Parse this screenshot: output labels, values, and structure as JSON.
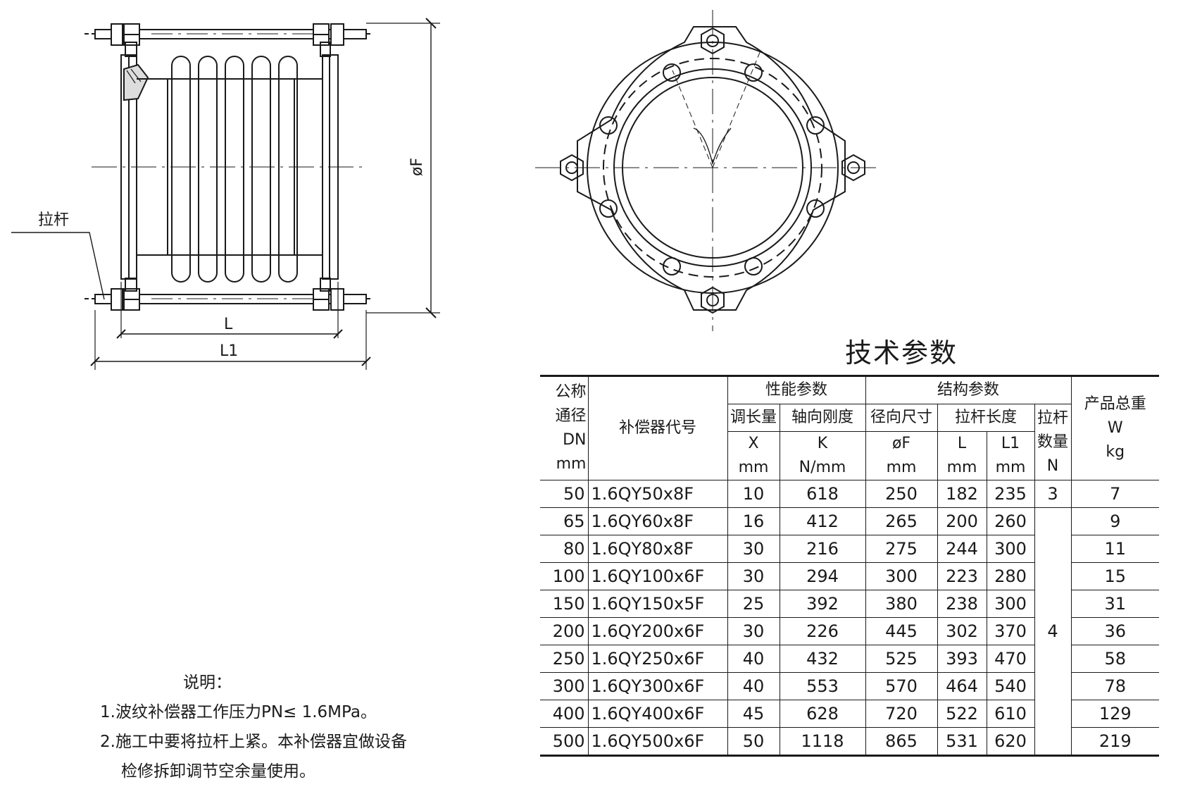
{
  "drawing": {
    "tie_rod_label": "拉杆",
    "dim_L": "L",
    "dim_L1": "L1",
    "dim_F": "øF"
  },
  "table": {
    "title": "技术参数",
    "headers": {
      "nominal_l1": "公称",
      "nominal_l2": "通径",
      "nominal_l3": "DN",
      "nominal_l4": "mm",
      "code": "补偿器代号",
      "performance": "性能参数",
      "structure": "结构参数",
      "adjust": "调长量",
      "adjust_sym": "X",
      "adjust_unit": "mm",
      "stiffness": "轴向刚度",
      "stiffness_sym": "K",
      "stiffness_unit": "N/mm",
      "radial": "径向尺寸",
      "radial_sym": "øF",
      "radial_unit": "mm",
      "rod_len": "拉杆长度",
      "L_sym": "L",
      "L_unit": "mm",
      "L1_sym": "L1",
      "L1_unit": "mm",
      "rod_qty_l1": "拉杆",
      "rod_qty_l2": "数量",
      "rod_qty_sym": "N",
      "weight": "产品总重",
      "weight_sym": "W",
      "weight_unit": "kg"
    },
    "rows": [
      {
        "dn": "50",
        "code": "1.6QY50x8F",
        "x": "10",
        "k": "618",
        "f": "250",
        "l": "182",
        "l1": "235",
        "w": "7"
      },
      {
        "dn": "65",
        "code": "1.6QY60x8F",
        "x": "16",
        "k": "412",
        "f": "265",
        "l": "200",
        "l1": "260",
        "w": "9"
      },
      {
        "dn": "80",
        "code": "1.6QY80x8F",
        "x": "30",
        "k": "216",
        "f": "275",
        "l": "244",
        "l1": "300",
        "w": "11"
      },
      {
        "dn": "100",
        "code": "1.6QY100x6F",
        "x": "30",
        "k": "294",
        "f": "300",
        "l": "223",
        "l1": "280",
        "w": "15"
      },
      {
        "dn": "150",
        "code": "1.6QY150x5F",
        "x": "25",
        "k": "392",
        "f": "380",
        "l": "238",
        "l1": "300",
        "w": "31"
      },
      {
        "dn": "200",
        "code": "1.6QY200x6F",
        "x": "30",
        "k": "226",
        "f": "445",
        "l": "302",
        "l1": "370",
        "w": "36"
      },
      {
        "dn": "250",
        "code": "1.6QY250x6F",
        "x": "40",
        "k": "432",
        "f": "525",
        "l": "393",
        "l1": "470",
        "w": "58"
      },
      {
        "dn": "300",
        "code": "1.6QY300x6F",
        "x": "40",
        "k": "553",
        "f": "570",
        "l": "464",
        "l1": "540",
        "w": "78"
      },
      {
        "dn": "400",
        "code": "1.6QY400x6F",
        "x": "45",
        "k": "628",
        "f": "720",
        "l": "522",
        "l1": "610",
        "w": "129"
      },
      {
        "dn": "500",
        "code": "1.6QY500x6F",
        "x": "50",
        "k": "1118",
        "f": "865",
        "l": "531",
        "l1": "620",
        "w": "219"
      }
    ],
    "qty_first": "3",
    "qty_rest": "4"
  },
  "notes": {
    "title": "说明：",
    "line1": "1.波纹补偿器工作压力PN≤ 1.6MPa。",
    "line2": "2.施工中要将拉杆上紧。本补偿器宜做设备",
    "line3": "检修拆卸调节空余量使用。"
  },
  "colors": {
    "ink": "#1a1a1a",
    "paper": "#ffffff"
  }
}
